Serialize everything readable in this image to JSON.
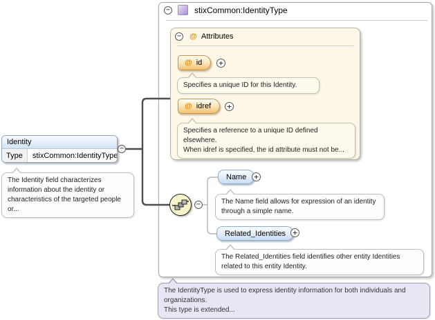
{
  "icons": {
    "collapse": "−",
    "expand": "+",
    "attribute": "@"
  },
  "root": {
    "title": "stixCommon:IdentityType"
  },
  "identity": {
    "name": "Identity",
    "type_label": "Type",
    "type_value": "stixCommon:IdentityType",
    "tooltip": "The Identity field characterizes information about the identity or characteristics of the targeted people or..."
  },
  "attributes": {
    "header": "Attributes",
    "items": [
      {
        "name": "id",
        "tooltip": "Specifies a unique ID for this Identity."
      },
      {
        "name": "idref",
        "tooltip_lines": [
          "Specifies a reference to a unique ID defined elsewhere.",
          "When idref is specified, the id attribute must not be..."
        ]
      }
    ]
  },
  "elements": [
    {
      "name": "Name",
      "tooltip": "The Name field allows for expression of an identity through a simple name."
    },
    {
      "name": "Related_Identities",
      "tooltip": "The Related_Identities field identifies other entity Identities related to this entity Identity."
    }
  ],
  "footer": {
    "lines": [
      "The IdentityType is used to express identity information for both individuals and organizations.",
      "This type is extended..."
    ]
  }
}
